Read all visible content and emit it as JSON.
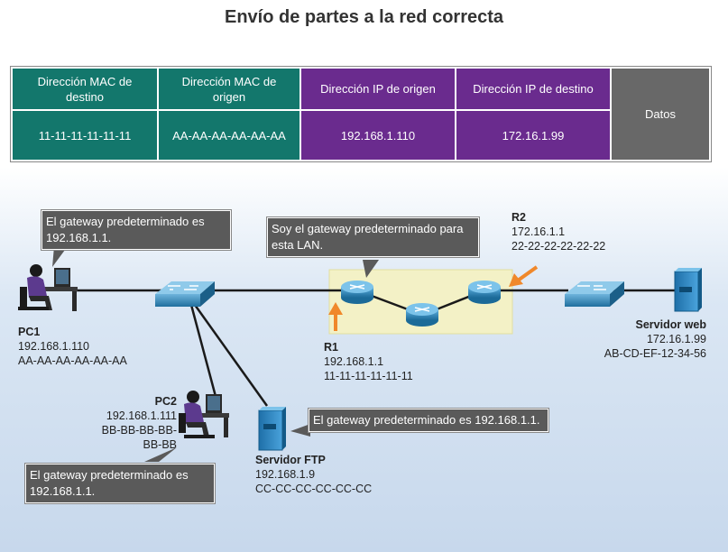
{
  "title": "Envío de partes a la red correcta",
  "frame": {
    "headers": [
      "Dirección MAC de destino",
      "Dirección MAC de origen",
      "Dirección IP de origen",
      "Dirección IP de destino",
      "Datos"
    ],
    "values": [
      "11-11-11-11-11-11",
      "AA-AA-AA-AA-AA-AA",
      "192.168.1.110",
      "172.16.1.99"
    ],
    "colors": {
      "mac": "#13776c",
      "ip": "#6a2b8e",
      "data": "#686868"
    }
  },
  "callouts": {
    "pc1_gateway": "El gateway predeterminado es 192.168.1.1.",
    "r1_gateway": "Soy el gateway predeterminado para esta LAN.",
    "ftp_gateway": "El gateway predeterminado es 192.168.1.1.",
    "pc2_gateway": "El gateway predeterminado es 192.168.1.1."
  },
  "devices": {
    "pc1": {
      "name": "PC1",
      "ip": "192.168.1.110",
      "mac": "AA-AA-AA-AA-AA-AA"
    },
    "pc2": {
      "name": "PC2",
      "ip": "192.168.1.111",
      "mac": "BB-BB-BB-BB-BB-BB"
    },
    "ftp": {
      "name": "Servidor FTP",
      "ip": "192.168.1.9",
      "mac": "CC-CC-CC-CC-CC-CC"
    },
    "r1": {
      "name": "R1",
      "ip": "192.168.1.1",
      "mac": "11-11-11-11-11-11"
    },
    "r2": {
      "name": "R2",
      "ip": "172.16.1.1",
      "mac": "22-22-22-22-22-22"
    },
    "web": {
      "name": "Servidor web",
      "ip": "172.16.1.99",
      "mac": "AB-CD-EF-12-34-56"
    }
  },
  "icons": [
    "pc-user-icon",
    "switch-icon",
    "router-icon",
    "server-icon",
    "arrow-icon"
  ],
  "accent_colors": {
    "arrow": "#f0882a",
    "router": "#2b86b8",
    "highlight": "#f3f1c6"
  }
}
